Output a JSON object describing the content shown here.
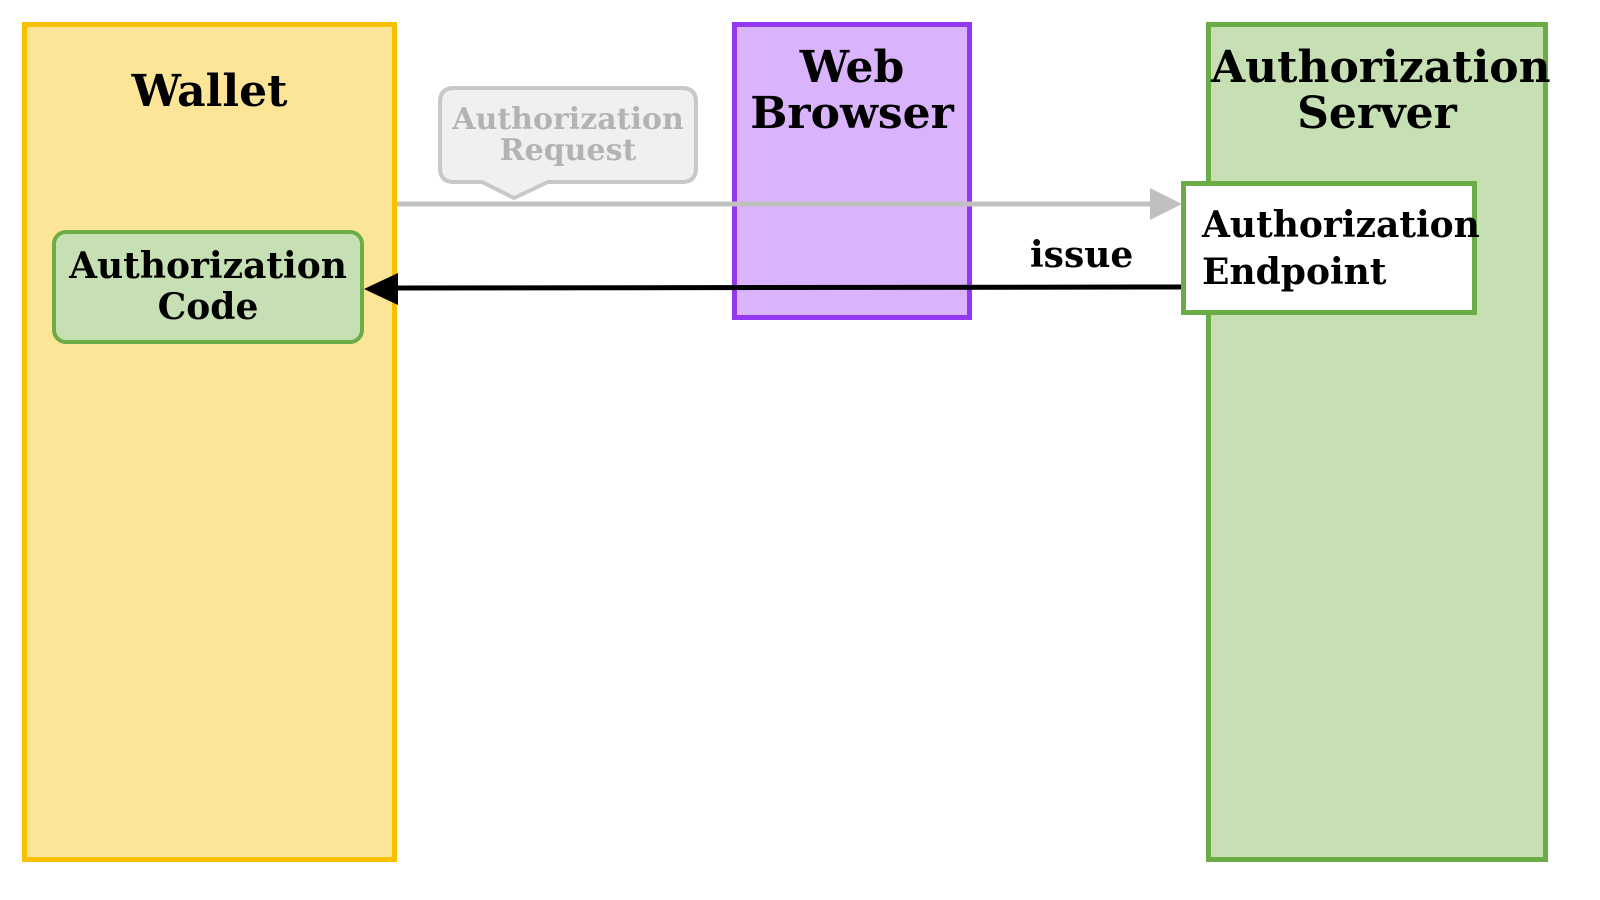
{
  "lanes": {
    "wallet": {
      "title": "Wallet"
    },
    "browser": {
      "title": "Web\nBrowser"
    },
    "server": {
      "title": "Authorization\nServer"
    }
  },
  "nodes": {
    "authorization_code": "Authorization\nCode",
    "authorization_endpoint": "Authorization\nEndpoint"
  },
  "messages": {
    "request": "Authorization\nRequest",
    "issue": "issue"
  },
  "colors": {
    "wallet_fill": "#fde598",
    "wallet_border": "#f7c100",
    "browser_fill": "#d9b3fc",
    "browser_border": "#9338ef",
    "server_fill": "#c6e0b4",
    "server_border": "#6aac45",
    "request_arrow": "#c0c0c0",
    "issue_arrow": "#000000",
    "callout_fill": "#f0f0f0"
  }
}
